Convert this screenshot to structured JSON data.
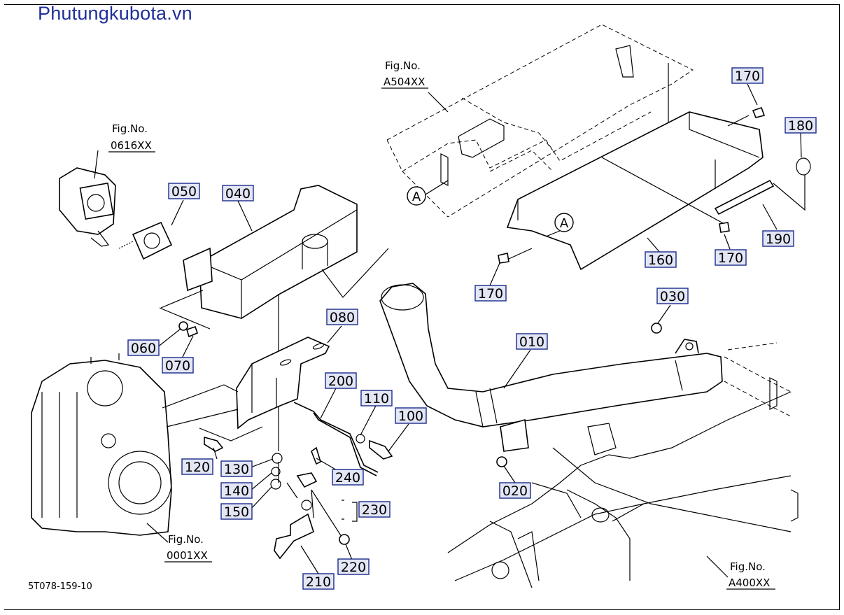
{
  "watermark": "Phutungkubota.vn",
  "diagram_code": "5T078-159-10",
  "fig_refs": [
    {
      "id": "fig-0616",
      "line1": "Fig.No.",
      "line2": "0616XX"
    },
    {
      "id": "fig-a504",
      "line1": "Fig.No.",
      "line2": "A504XX"
    },
    {
      "id": "fig-0001",
      "line1": "Fig.No.",
      "line2": "0001XX"
    },
    {
      "id": "fig-a400",
      "line1": "Fig.No.",
      "line2": "A400XX"
    }
  ],
  "ref_markers": [
    "A",
    "A"
  ],
  "part_labels": [
    "010",
    "020",
    "030",
    "040",
    "050",
    "060",
    "070",
    "080",
    "100",
    "110",
    "120",
    "130",
    "140",
    "150",
    "160",
    "170",
    "170",
    "170",
    "180",
    "190",
    "200",
    "210",
    "220",
    "230",
    "240"
  ]
}
